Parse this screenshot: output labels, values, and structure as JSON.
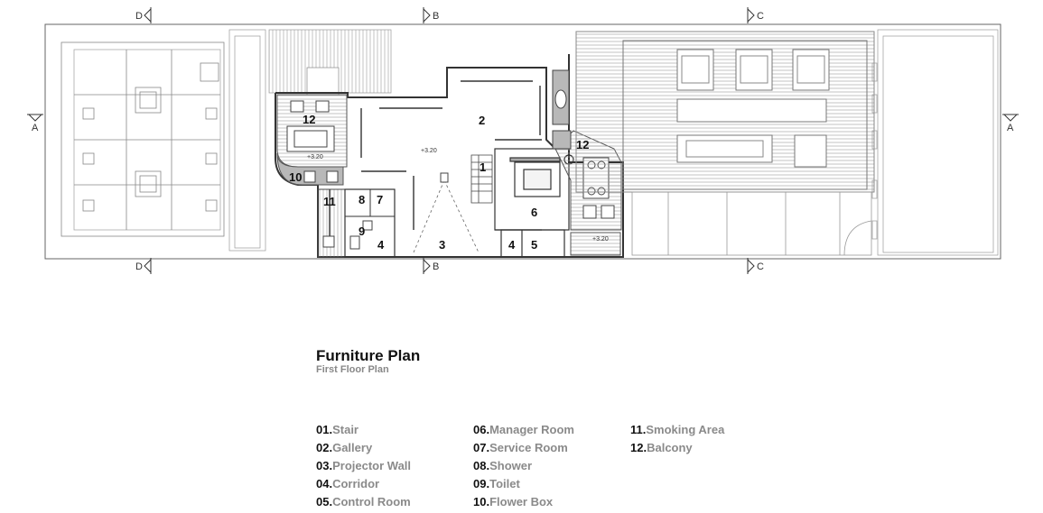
{
  "plan": {
    "title": "Furniture Plan",
    "subtitle": "First Floor Plan",
    "section_markers": [
      "A",
      "B",
      "C",
      "D"
    ],
    "room_numbers": [
      "1",
      "2",
      "3",
      "4",
      "5",
      "6",
      "7",
      "8",
      "9",
      "10",
      "11",
      "12"
    ],
    "level_marks": [
      "+3.20"
    ],
    "legend_columns": [
      [
        {
          "num": "01",
          "label": "Stair"
        },
        {
          "num": "02",
          "label": "Gallery"
        },
        {
          "num": "03",
          "label": "Projector Wall"
        },
        {
          "num": "04",
          "label": "Corridor"
        },
        {
          "num": "05",
          "label": "Control Room"
        }
      ],
      [
        {
          "num": "06",
          "label": "Manager Room"
        },
        {
          "num": "07",
          "label": "Service Room"
        },
        {
          "num": "08",
          "label": "Shower"
        },
        {
          "num": "09",
          "label": "Toilet"
        },
        {
          "num": "10",
          "label": "Flower Box"
        }
      ],
      [
        {
          "num": "11",
          "label": "Smoking Area"
        },
        {
          "num": "12",
          "label": "Balcony"
        }
      ]
    ]
  },
  "colors": {
    "line": "#444444",
    "light_line": "#9a9a9a",
    "hatch": "#c8c8c8",
    "text": "#111111",
    "muted": "#8a8a8a"
  }
}
